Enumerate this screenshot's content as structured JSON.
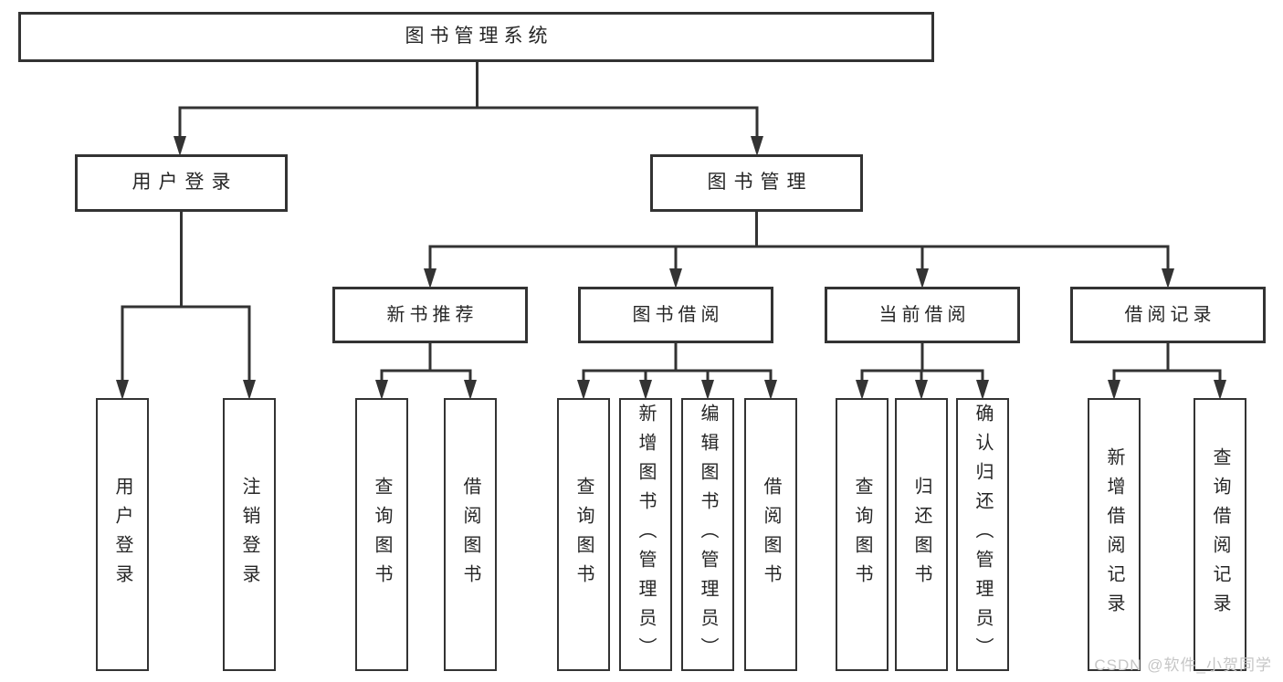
{
  "tree": {
    "label": "图书管理系统",
    "children": [
      {
        "label": "用户登录",
        "children": [
          {
            "label": "用户登录"
          },
          {
            "label": "注销登录"
          }
        ]
      },
      {
        "label": "图书管理",
        "children": [
          {
            "label": "新书推荐",
            "children": [
              {
                "label": "查询图书"
              },
              {
                "label": "借阅图书"
              }
            ]
          },
          {
            "label": "图书借阅",
            "children": [
              {
                "label": "查询图书"
              },
              {
                "label": "新增图书（管理员）"
              },
              {
                "label": "编辑图书（管理员）"
              },
              {
                "label": "借阅图书"
              }
            ]
          },
          {
            "label": "当前借阅",
            "children": [
              {
                "label": "查询图书"
              },
              {
                "label": "归还图书"
              },
              {
                "label": "确认归还（管理员）"
              }
            ]
          },
          {
            "label": "借阅记录",
            "children": [
              {
                "label": "新增借阅记录"
              },
              {
                "label": "查询借阅记录"
              }
            ]
          }
        ]
      }
    ]
  },
  "watermark": "CSDN @软件_小贺同学",
  "colors": {
    "line": "#333333",
    "box_border": "#333333",
    "box_fill": "#ffffff",
    "text": "#262626",
    "watermark": "#c6c6c6",
    "background": "#ffffff"
  }
}
